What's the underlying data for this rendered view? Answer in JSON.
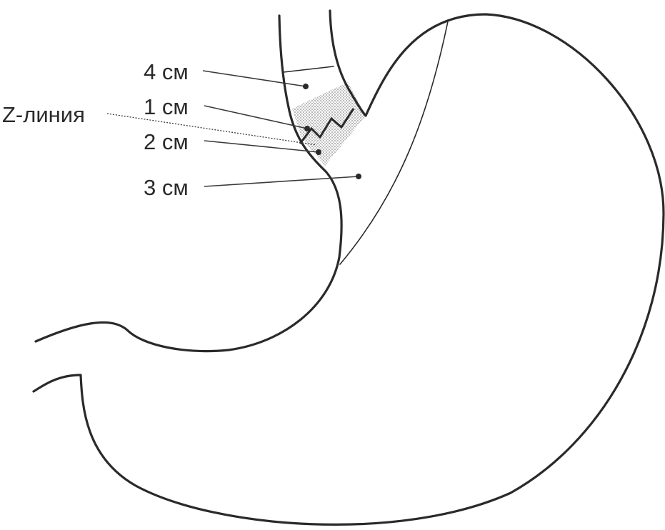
{
  "labels": {
    "cm4": "4 см",
    "cm1": "1 см",
    "zline": "Z-линия",
    "cm2": "2 см",
    "cm3": "3 см"
  },
  "colors": {
    "line": "#2a2a2a",
    "stipple": "#b0b0b0",
    "background": "#ffffff"
  }
}
